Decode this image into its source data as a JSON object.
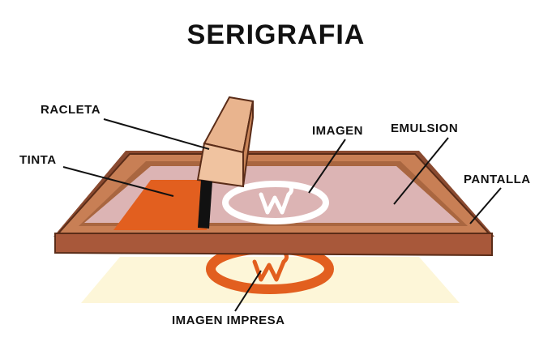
{
  "title": "SERIGRAFIA",
  "labels": {
    "racleta": "RACLETA",
    "tinta": "TINTA",
    "imagen": "IMAGEN",
    "emulsion": "EMULSION",
    "pantalla": "PANTALLA",
    "imagen_impresa": "IMAGEN IMPRESA"
  },
  "logo_letter": "W",
  "colors": {
    "frame": "#c87f55",
    "frame_dark": "#8a4a30",
    "emulsion": "#dcb4b4",
    "ink": "#e25f1f",
    "squeegee": "#e9b48e",
    "squeegee_dark": "#c98458",
    "paper": "#fdf6d8",
    "text": "#111111"
  }
}
